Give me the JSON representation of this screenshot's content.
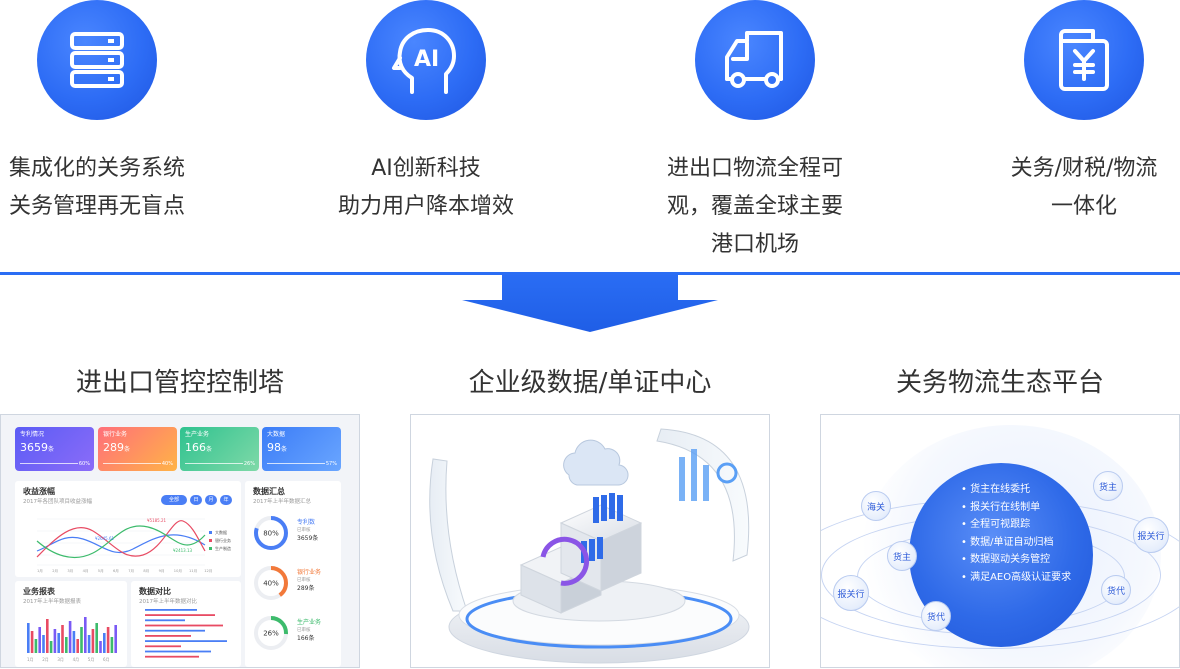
{
  "features": [
    {
      "icon": "server-icon",
      "lines": [
        "集成化的关务系统",
        "关务管理再无盲点"
      ]
    },
    {
      "icon": "ai-head-icon",
      "lines": [
        "AI创新科技",
        "助力用户降本增效"
      ]
    },
    {
      "icon": "truck-icon",
      "lines": [
        "进出口物流全程可",
        "观，覆盖全球主要",
        "港口机场"
      ]
    },
    {
      "icon": "yuan-document-icon",
      "lines": [
        "关务/财税/物流",
        "一体化"
      ]
    }
  ],
  "sections": [
    {
      "title": "进出口管控控制塔"
    },
    {
      "title": "企业级数据/单证中心"
    },
    {
      "title": "关务物流生态平台"
    }
  ],
  "dashboard": {
    "kpis": [
      {
        "label": "专利情况",
        "value": "3659",
        "unit": "条",
        "percent": "60%",
        "colors": [
          "#5b5cf5",
          "#8b6cf8"
        ]
      },
      {
        "label": "银行业务",
        "value": "289",
        "unit": "条",
        "percent": "40%",
        "colors": [
          "#ff6f7a",
          "#ffb347"
        ]
      },
      {
        "label": "生产业务",
        "value": "166",
        "unit": "条",
        "percent": "26%",
        "colors": [
          "#2fc28f",
          "#5ed8a5"
        ]
      },
      {
        "label": "大数据",
        "value": "98",
        "unit": "条",
        "percent": "57%",
        "colors": [
          "#3b7cf7",
          "#5aa0ff"
        ]
      }
    ],
    "income": {
      "title": "收益涨幅",
      "subtitle": "2017年各团队项目收益涨幅",
      "filters": [
        "全部",
        "日",
        "月",
        "年"
      ],
      "legend": [
        "大数据",
        "银行业务",
        "生产制造"
      ],
      "legend_colors": [
        "#4a7ef5",
        "#e84b63",
        "#3dbb6c"
      ],
      "x_labels": [
        "1月",
        "2月",
        "3月",
        "4月",
        "5月",
        "6月",
        "7月",
        "8月",
        "9月",
        "10月",
        "11月",
        "12月"
      ],
      "callouts": [
        "¥5185.21",
        "¥2645.61",
        "¥2413.13"
      ]
    },
    "summary": {
      "title": "数据汇总",
      "subtitle": "2017年上半年数据汇总",
      "items": [
        {
          "percent": "80%",
          "value_fraction": 0.8,
          "name": "专利数",
          "small": "已审核",
          "value": "3659条",
          "color": "#4a7ef5"
        },
        {
          "percent": "40%",
          "value_fraction": 0.4,
          "name": "银行业务",
          "small": "已审核",
          "value": "289条",
          "color": "#f2793a"
        },
        {
          "percent": "26%",
          "value_fraction": 0.26,
          "name": "生产业务",
          "small": "已审核",
          "value": "166条",
          "color": "#3dbb6c"
        }
      ]
    },
    "report": {
      "title": "业务报表",
      "subtitle": "2017年上半年数据报表",
      "x_labels": [
        "1月",
        "2月",
        "3月",
        "4月",
        "5月",
        "6月"
      ]
    },
    "compare": {
      "title": "数据对比",
      "subtitle": "2017年上半年数据对比"
    }
  },
  "platform": {
    "items": [
      "货主在线委托",
      "报关行在线制单",
      "全程可视跟踪",
      "数据/单证自动归档",
      "数据驱动关务管控",
      "满足AEO高级认证要求"
    ],
    "nodes": [
      "海关",
      "货主",
      "货主",
      "报关行",
      "报关行",
      "货代",
      "货代"
    ]
  },
  "colors": {
    "accent": "#2a6df4"
  }
}
